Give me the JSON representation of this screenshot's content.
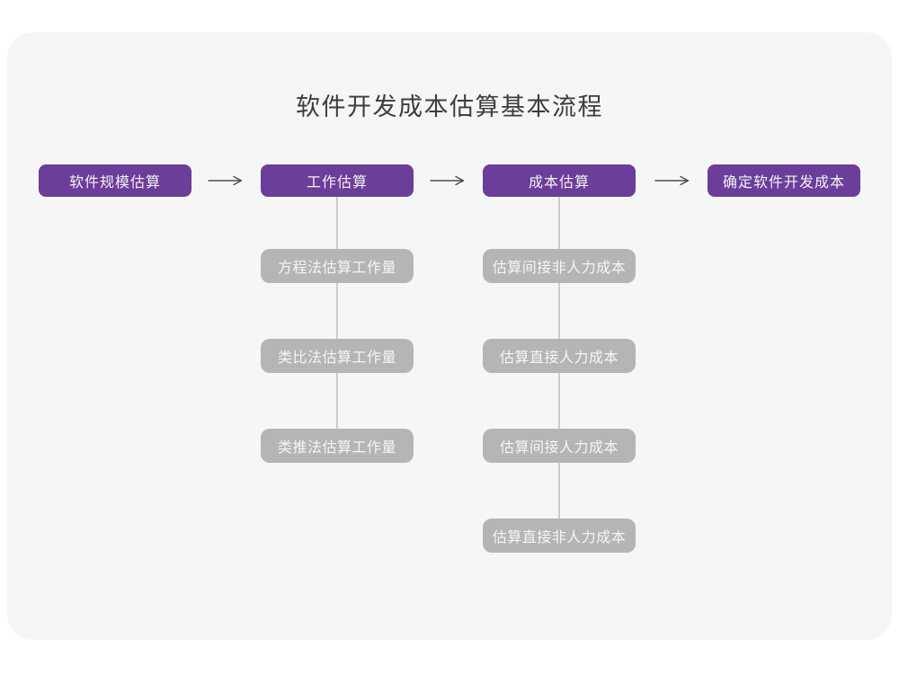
{
  "title": "软件开发成本估算基本流程",
  "colors": {
    "page_background": "#ffffff",
    "card_background": "#f6f6f6",
    "primary_box": "#6b3e99",
    "secondary_box": "#b6b5b6",
    "connector_line": "#cccccc",
    "arrow": "#4d4d4d",
    "title_text": "#3d3d3d",
    "box_text": "#f6f5f6"
  },
  "flow": {
    "main_steps": [
      {
        "label": "软件规模估算"
      },
      {
        "label": "工作估算",
        "sub_steps": [
          "方程法估算工作量",
          "类比法估算工作量",
          "类推法估算工作量"
        ]
      },
      {
        "label": "成本估算",
        "sub_steps": [
          "估算间接非人力成本",
          "估算直接人力成本",
          "估算间接人力成本",
          "估算直接非人力成本"
        ]
      },
      {
        "label": "确定软件开发成本"
      }
    ]
  }
}
